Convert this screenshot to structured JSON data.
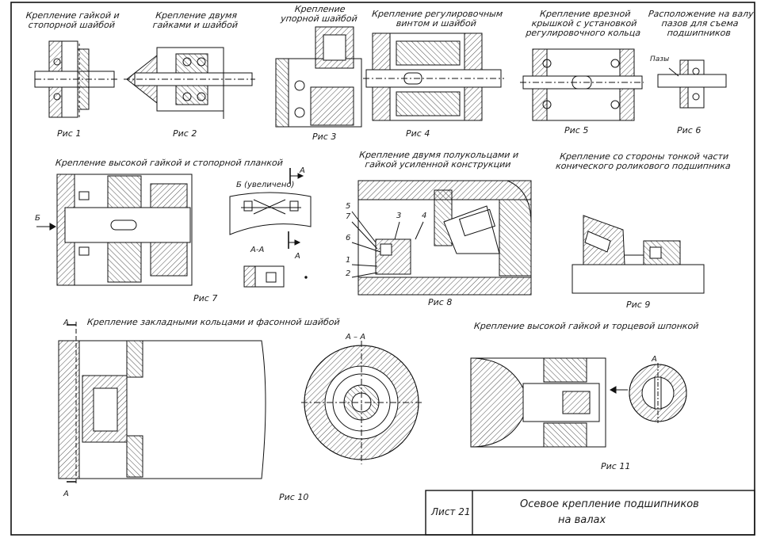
{
  "figures": [
    {
      "id": "fig1",
      "title": "Крепление гайкой и стопорной шайбой",
      "caption": "Рис 1"
    },
    {
      "id": "fig2",
      "title": "Крепление двумя гайками и шайбой",
      "caption": "Рис 2"
    },
    {
      "id": "fig3",
      "title": "Крепление упорной шайбой",
      "caption": "Рис 3"
    },
    {
      "id": "fig4",
      "title": "Крепление регулировочным винтом и шайбой",
      "caption": "Рис 4"
    },
    {
      "id": "fig5",
      "title": "Крепление врезной крышкой с установкой регулировочного кольца",
      "caption": "Рис 5"
    },
    {
      "id": "fig6",
      "title": "Расположение на валу пазов для съема подшипников",
      "caption": "Рис 6"
    },
    {
      "id": "fig7",
      "title": "Крепление высокой гайкой и стопорной планкой",
      "caption": "Рис 7"
    },
    {
      "id": "fig8",
      "title": "Крепление двумя полукольцами и гайкой усиленной конструкции",
      "caption": "Рис 8"
    },
    {
      "id": "fig9",
      "title": "Крепление со стороны тонкой части конического роликового подшипника",
      "caption": "Рис 9"
    },
    {
      "id": "fig10",
      "title": "Крепление закладными кольцами и фасонной шайбой",
      "caption": "Рис 10"
    },
    {
      "id": "fig11",
      "title": "Крепление высокой гайкой и торцевой шпонкой",
      "caption": "Рис 11"
    }
  ],
  "annotations": {
    "slots": "Пазы",
    "view_b": "Б (увеличено)",
    "section_aa": "А-А",
    "section_aa_10": "А – А",
    "arrow_a": "А",
    "arrow_b": "Б",
    "parts": [
      "5",
      "7",
      "6",
      "1",
      "2",
      "3",
      "4"
    ]
  },
  "title_block": {
    "sheet_label": "Лист 21",
    "title_line1": "Осевое крепление подшипников",
    "title_line2": "на валах"
  }
}
